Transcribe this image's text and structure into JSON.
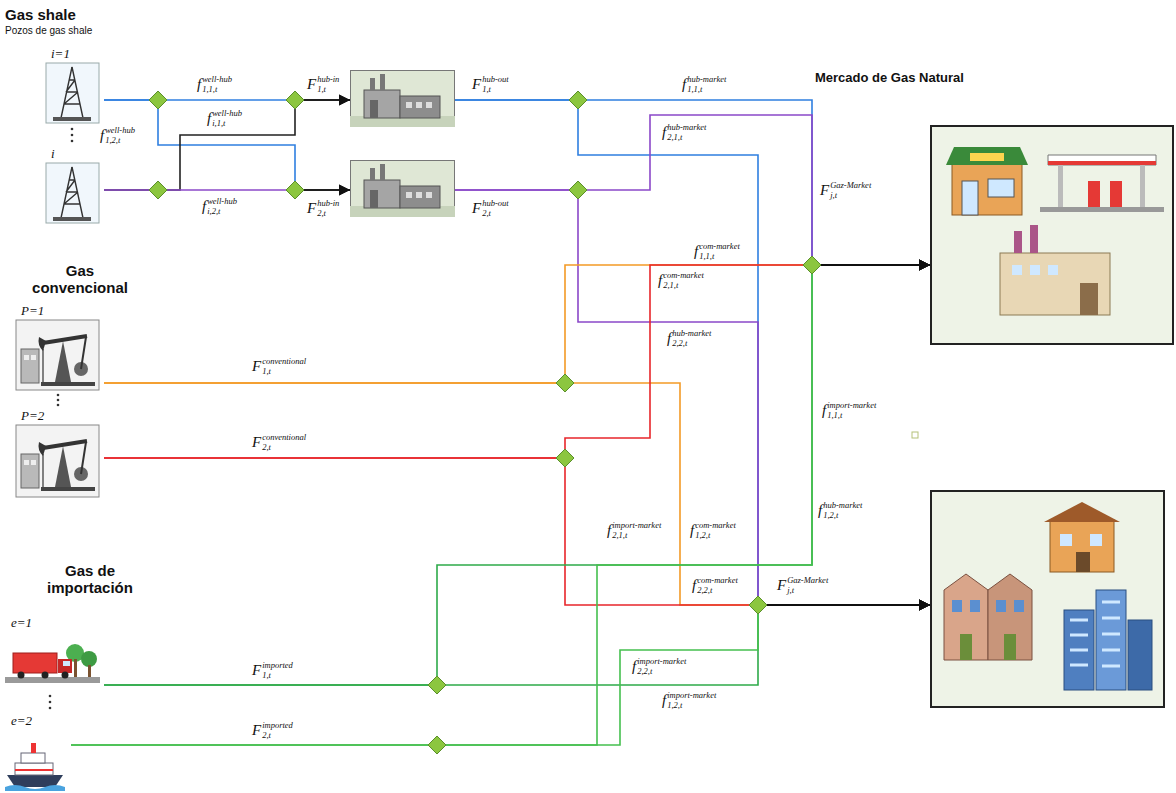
{
  "diagram": {
    "nodes": [
      {
        "text": [
          "i=1"
        ]
      },
      {
        "text": [
          "i"
        ]
      },
      {
        "text": [
          "F",
          "hub-in",
          "1,t",
          "F",
          "hub-out",
          "1,t"
        ]
      },
      {
        "text": [
          "F",
          "hub-in",
          "2,t",
          "F",
          "hub-out",
          "2,t"
        ]
      },
      {
        "text": [
          "P=1"
        ]
      },
      {
        "text": [
          "P=2"
        ]
      },
      {
        "text": [
          "e=1"
        ]
      },
      {
        "text": [
          "e=2"
        ]
      },
      {
        "text": [
          "Mercado de Gas Natural",
          "F",
          "Gaz-Market",
          "j,t"
        ]
      },
      {
        "text": [
          "F",
          "Gaz-Market",
          "j,t"
        ]
      }
    ],
    "edges": [
      {
        "from": 0,
        "to": 2,
        "arrow": "to"
      },
      {
        "from": 0,
        "to": 3,
        "arrow": "to"
      },
      {
        "from": 1,
        "to": 2,
        "arrow": "to"
      },
      {
        "from": 1,
        "to": 3,
        "arrow": "to"
      },
      {
        "from": 2,
        "to": 8,
        "arrow": "to"
      },
      {
        "from": 2,
        "to": 9,
        "arrow": "to"
      },
      {
        "from": 3,
        "to": 8,
        "arrow": "to"
      },
      {
        "from": 3,
        "to": 9,
        "arrow": "to"
      },
      {
        "from": 4,
        "to": 8,
        "arrow": "to"
      },
      {
        "from": 4,
        "to": 9,
        "arrow": "to"
      },
      {
        "from": 5,
        "to": 8,
        "arrow": "to"
      },
      {
        "from": 5,
        "to": 9,
        "arrow": "to"
      },
      {
        "from": 6,
        "to": 8,
        "arrow": "to"
      },
      {
        "from": 6,
        "to": 9,
        "arrow": "to"
      },
      {
        "from": 7,
        "to": 8,
        "arrow": "to"
      },
      {
        "from": 7,
        "to": 9,
        "arrow": "to"
      }
    ],
    "labels": [
      "Gas shale",
      "Pozos de gas shale",
      "Gas convencional",
      "Gas de importación",
      "f",
      "well-hub",
      "1,1,t",
      "f",
      "well-hub",
      "1,2,t",
      "f",
      "well-hub",
      "i,1,t",
      "f",
      "well-hub",
      "i,2,t",
      "f",
      "hub-market",
      "1,1,t",
      "f",
      "hub-market",
      "2,1,t",
      "f",
      "com-market",
      "2,1,t",
      "f",
      "com-market",
      "1,1,t",
      "f",
      "hub-market",
      "2,2,t",
      "F",
      "conventional",
      "1,t",
      "f",
      "import-market",
      "1,1,t",
      "F",
      "conventional",
      "2,t",
      "f",
      "import-market",
      "2,1,t",
      "f",
      "com-market",
      "1,2,t",
      "f",
      "hub-market",
      "1,2,t",
      "f",
      "com-market",
      "2,2,t",
      "F",
      "imported",
      "1,t",
      "f",
      "import-market",
      "2,2,t",
      "f",
      "import-market",
      "1,2,t",
      "F",
      "imported",
      "2,t"
    ]
  }
}
